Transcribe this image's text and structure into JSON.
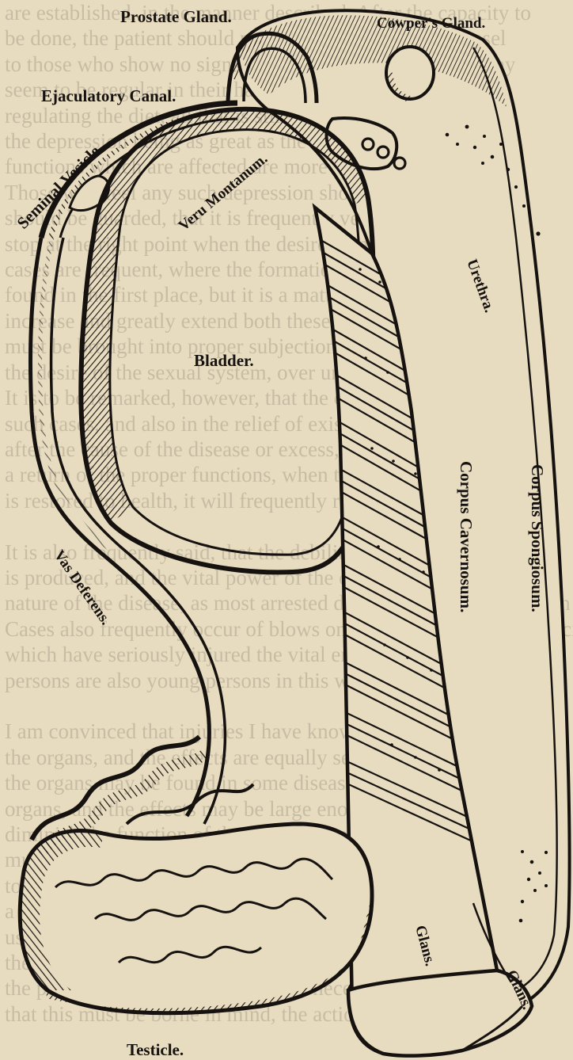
{
  "colors": {
    "paper": "#e8dcc0",
    "ink": "#161210",
    "bleed_text": "#7c7365"
  },
  "labels": {
    "prostate_gland": "Prostate Gland.",
    "cowpers_gland": "Cowper's Gland.",
    "ejaculatory_canal": "Ejaculatory Canal.",
    "seminal_vesicle": "Seminal Vesicle.",
    "veru_montanum": "Veru Montanum.",
    "urethra": "Urethra.",
    "bladder": "Bladder.",
    "corpus_cavernosum": "Corpus Cavernosum.",
    "corpus_spongiosum": "Corpus Spongiosum.",
    "vas_deferens": "Vas Deferens.",
    "glans_left": "Glans.",
    "glans_right": "Glans.",
    "testicle": "Testicle."
  },
  "background_text": [
    "are established, in the manner described. After the capacity to",
    "be done, the patient should never neglect to send a counsel",
    "to those who show no signs of disability, however they may",
    "seem to be regular in their habits in all respects. In",
    "regulating the diet, all that is stimulating should be avoided,",
    "the depression being as great as the excitement, and the",
    "functions which are affected are more liable to disorder",
    "Those who feel any such depression should at once restrain",
    "should be guarded, that it is frequently very hard to",
    "stop at the right point when the desire is indulged, and so",
    "cases are frequent, where the formation not solely is",
    "found in the first place, but it is a matter of the power of will",
    "increase and greatly extend both these functions of the organs",
    "must be brought into proper subjection in time,",
    "the desire of the sexual system, over under the control",
    "It is to be remarked, however, that the cessation of the",
    "such cases, and also in the relief of existing irritation",
    "after the cause of the disease or excess, after the cause of",
    "a return of the proper functions, when the condition of",
    "is restored to health, it will frequently restore the power",
    "",
    "It is also frequently said, that the debility of the",
    "is produced, and the vital power of the organs, and the",
    "nature of the disease, as most arrested during childhood and youth",
    "Cases also frequently occur of blows on the testicles and other accidents",
    "which have seriously injured the vital energy very much. Some",
    "persons are also young persons in this way, as the organs for",
    "",
    "I am convinced that injuries I have known to seriously injure",
    "the organs, and the effects are equally serious",
    "the organs may be found in some diseases of the",
    "organs, and the effects may be large enough to",
    "diminish the function of the whole system and",
    "must be obtained. In some cases",
    "to be the means of restoring the",
    "a large amount of medicine, and",
    "used to restore the glands to their natural condition",
    "the effects of the disease, under the best circumstances",
    "the power of the organs. To make it necessary",
    "that this must be borne in mind, the action of the"
  ]
}
